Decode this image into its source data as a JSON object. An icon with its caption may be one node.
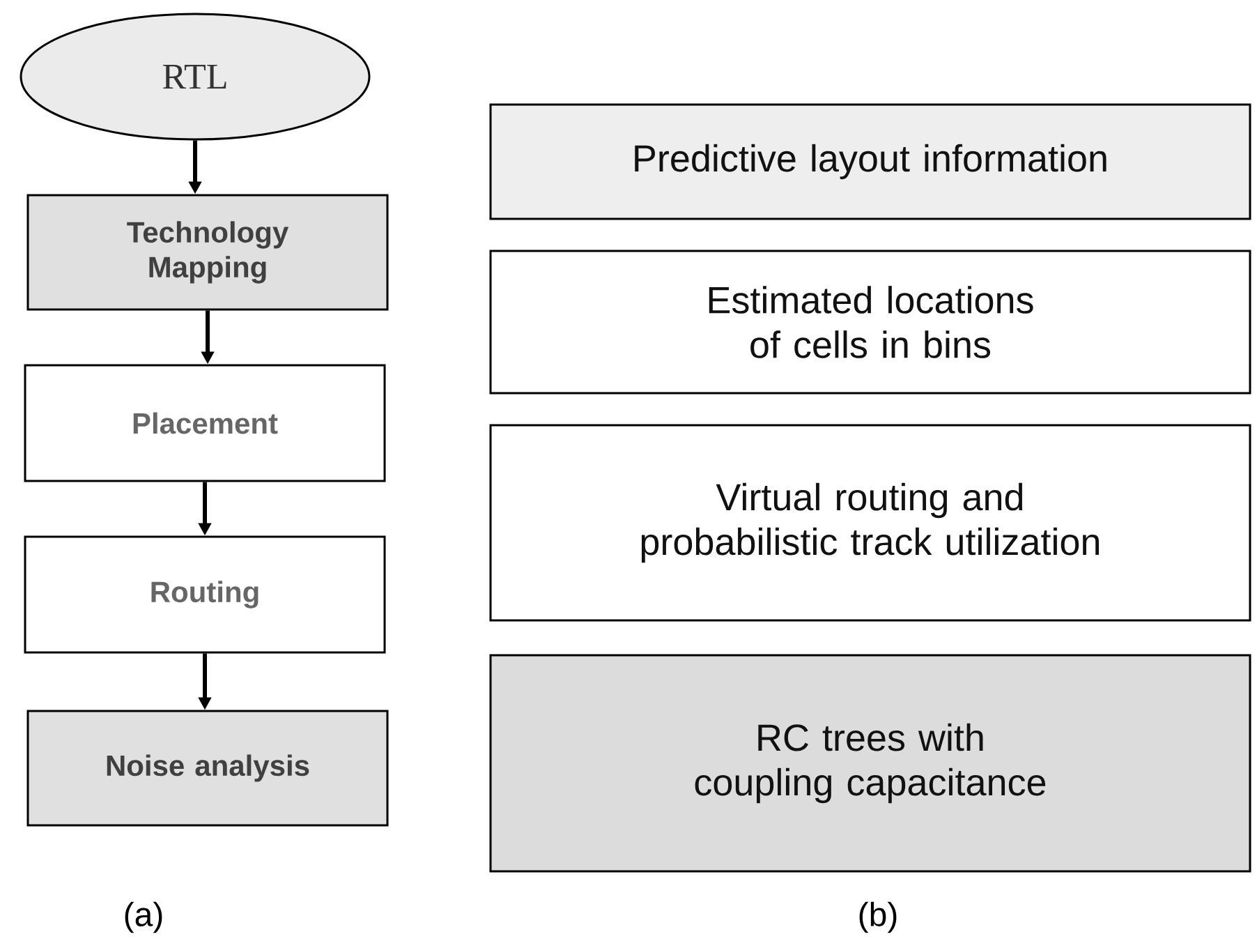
{
  "diagram": {
    "nodes": [
      {
        "text": [
          "RTL"
        ]
      },
      {
        "text": [
          "Technology Mapping"
        ]
      },
      {
        "text": [
          "Placement"
        ]
      },
      {
        "text": [
          "Routing"
        ]
      },
      {
        "text": [
          "Noise analysis"
        ]
      },
      {
        "text": [
          "Predictive layout information"
        ]
      },
      {
        "text": [
          "Estimated locations of cells in bins"
        ]
      },
      {
        "text": [
          "Virtual routing and probabilistic track utilization"
        ]
      },
      {
        "text": [
          "RC trees with coupling capacitance"
        ]
      }
    ],
    "edges": [
      {
        "from": 0,
        "to": 1,
        "arrow": "to"
      },
      {
        "from": 1,
        "to": 2,
        "arrow": "to"
      },
      {
        "from": 2,
        "to": 3,
        "arrow": "to"
      },
      {
        "from": 3,
        "to": 4,
        "arrow": "to"
      }
    ],
    "labels": [
      "(a)",
      "(b)"
    ]
  }
}
